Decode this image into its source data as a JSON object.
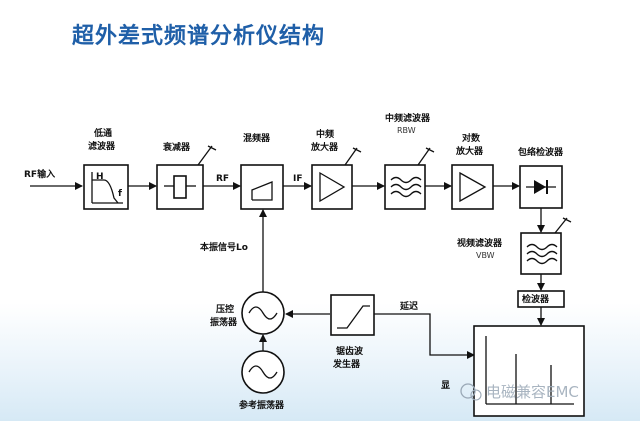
{
  "title": "超外差式频谱分析仪结构",
  "labels": {
    "rf_input": "RF输入",
    "lpf": [
      "低通",
      "滤波器"
    ],
    "attenuator": "衰减器",
    "mixer": "混频器",
    "rf": "RF",
    "if": "IF",
    "if_amp": [
      "中频",
      "放大器"
    ],
    "if_filter": "中频滤波器",
    "rbw": "RBW",
    "log_amp": [
      "对数",
      "放大器"
    ],
    "envelope": "包络检波器",
    "video_filter": "视频滤波器",
    "vbw": "VBW",
    "detector": "检波器",
    "lo": "本振信号Lo",
    "vco": [
      "压控",
      "振荡器"
    ],
    "sawtooth": [
      "锯齿波",
      "发生器"
    ],
    "delay": "延迟",
    "ref_osc": "参考振荡器",
    "display_partial": "显",
    "lpf_h": "H",
    "lpf_f": "f"
  },
  "watermark": "电磁兼容EMC",
  "colors": {
    "title": "#1f5fa8",
    "line": "#111111"
  }
}
